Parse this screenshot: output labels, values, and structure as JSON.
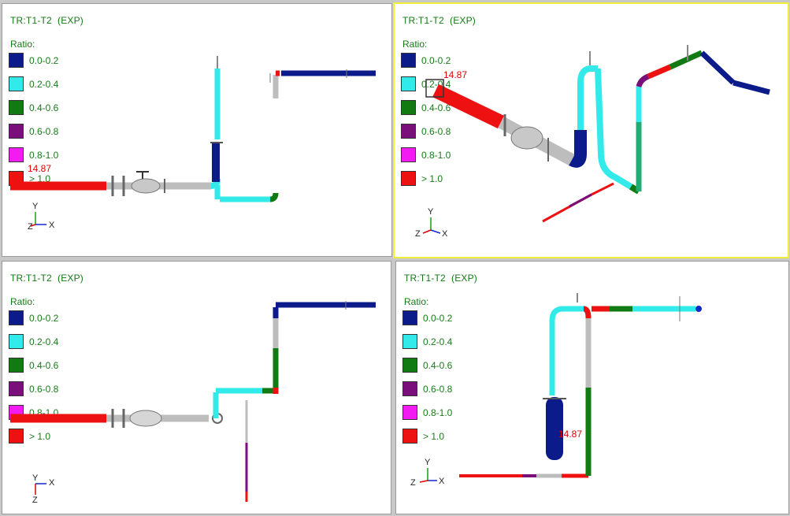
{
  "panes": [
    {
      "title": "TR:T1-T2  (EXP)",
      "ratio_label": "Ratio:",
      "stress_annotation": "14.87",
      "active": false
    },
    {
      "title": "TR:T1-T2  (EXP)",
      "ratio_label": "Ratio:",
      "stress_annotation": "14.87",
      "active": true
    },
    {
      "title": "TR:T1-T2  (EXP)",
      "ratio_label": "Ratio:",
      "active": false
    },
    {
      "title": "TR:T1-T2  (EXP)",
      "ratio_label": "Ratio:",
      "stress_annotation": "14.87",
      "active": false
    }
  ],
  "legend": [
    {
      "range": "0.0-0.2",
      "color": "#0b1b8a"
    },
    {
      "range": "0.2-0.4",
      "color": "#33eaea"
    },
    {
      "range": "0.4-0.6",
      "color": "#127a12"
    },
    {
      "range": "0.6-0.8",
      "color": "#7a0e7a"
    },
    {
      "range": "0.8-1.0",
      "color": "#f21cf2"
    },
    {
      "range": "> 1.0",
      "color": "#ee1111"
    }
  ],
  "axes": {
    "x": "X",
    "y": "Y",
    "z": "Z"
  }
}
